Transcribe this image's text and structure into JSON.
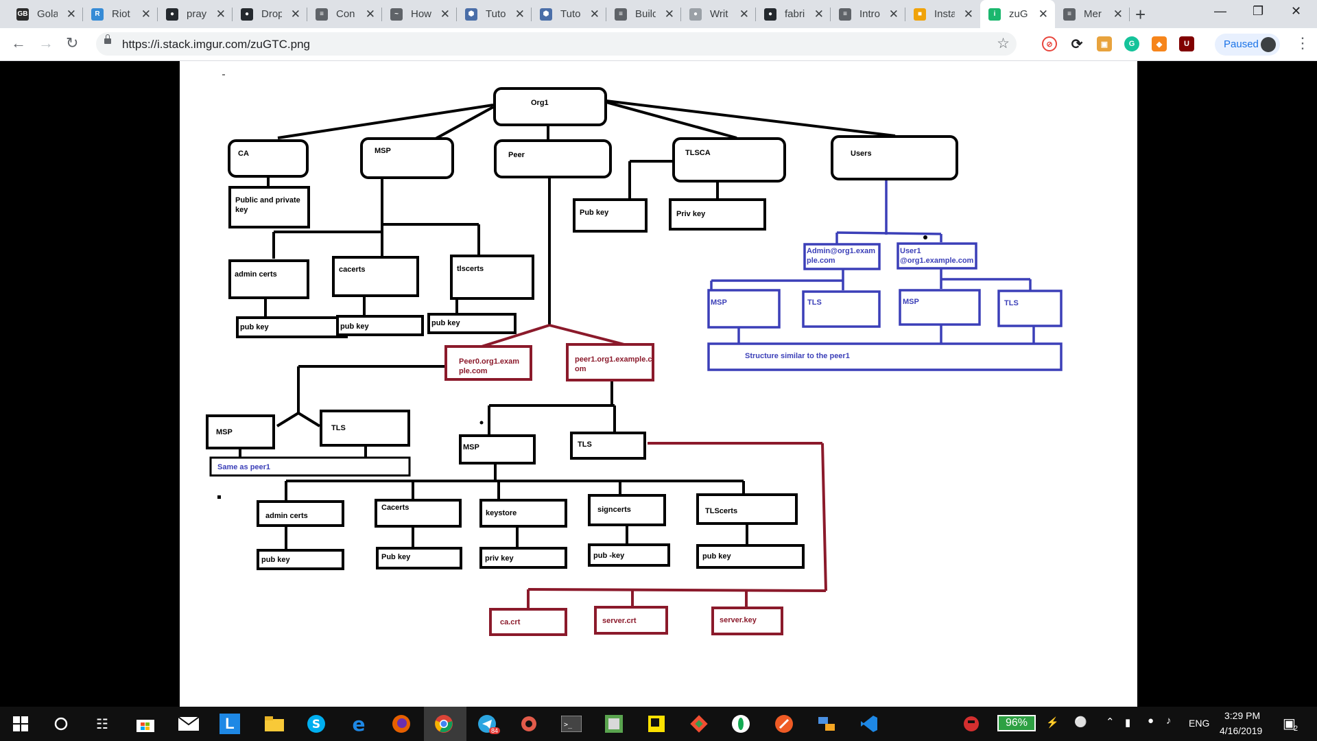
{
  "browser": {
    "tabs": [
      {
        "title": "Gola",
        "icon": "gb-icon",
        "color": "#2b2b2b"
      },
      {
        "title": "Riot",
        "icon": "riot-icon",
        "color": "#368bd6"
      },
      {
        "title": "pray",
        "icon": "github-icon",
        "color": "#24292e"
      },
      {
        "title": "Drop",
        "icon": "github-icon",
        "color": "#24292e"
      },
      {
        "title": "Con",
        "icon": "docs-icon",
        "color": "#5f6368"
      },
      {
        "title": "How",
        "icon": "wave-icon",
        "color": "#5f6368"
      },
      {
        "title": "Tuto",
        "icon": "hexagon-icon",
        "color": "#4a6ea8"
      },
      {
        "title": "Tuto",
        "icon": "hexagon-icon",
        "color": "#4a6ea8"
      },
      {
        "title": "Build",
        "icon": "docs-icon",
        "color": "#5f6368"
      },
      {
        "title": "Writ",
        "icon": "circle-icon",
        "color": "#9aa0a6"
      },
      {
        "title": "fabri",
        "icon": "github-icon",
        "color": "#24292e"
      },
      {
        "title": "Intro",
        "icon": "docs-icon",
        "color": "#5f6368"
      },
      {
        "title": "Insta",
        "icon": "box-icon",
        "color": "#f0a30a"
      },
      {
        "title": "zuG",
        "icon": "imgur-icon",
        "color": "#1bb76e"
      },
      {
        "title": "Mer",
        "icon": "docs-icon",
        "color": "#5f6368"
      }
    ],
    "active_tab_index": 13,
    "url": "https://i.stack.imgur.com/zuGTC.png",
    "profile_label": "Paused"
  },
  "diagram": {
    "root": "Org1",
    "level1": {
      "ca": "CA",
      "msp": "MSP",
      "peer": "Peer",
      "tlsca": "TLSCA",
      "users": "Users"
    },
    "ca_child": "Public and private key",
    "msp_children": {
      "admin": "admin certs",
      "cacerts": "cacerts",
      "tlscerts": "tlscerts"
    },
    "msp_pubkeys": [
      "pub key",
      "pub key",
      "pub key"
    ],
    "tlsca_children": {
      "pub": "Pub key",
      "priv": "Priv key"
    },
    "users_children": {
      "admin": "Admin@org1.exam ple.com",
      "user1": "User1 @org1.example.com",
      "admin_msp": "MSP",
      "admin_tls": "TLS",
      "user_msp": "MSP",
      "user_tls": "TLS",
      "note": "Structure similar to the peer1"
    },
    "peers": {
      "peer0": "Peer0.org1.exam ple.com",
      "peer1": "peer1.org1.example.c om"
    },
    "peer0_children": {
      "msp": "MSP",
      "tls": "TLS",
      "note": "Same as peer1"
    },
    "peer1_children": {
      "msp": "MSP",
      "tls": "TLS"
    },
    "peer1_msp_children": [
      {
        "label": "admin certs",
        "key": "pub key"
      },
      {
        "label": "Cacerts",
        "key": "Pub key"
      },
      {
        "label": "keystore",
        "key": "priv key"
      },
      {
        "label": "signcerts",
        "key": "pub -key"
      },
      {
        "label": "TLScerts",
        "key": "pub key"
      }
    ],
    "tls_files": [
      "ca.crt",
      "server.crt",
      "server.key"
    ],
    "colors": {
      "black": "#000000",
      "red": "#8b1a2b",
      "blue": "#3b3fb8"
    }
  },
  "taskbar": {
    "battery": "96%",
    "language": "ENG",
    "time": "3:29 PM",
    "date": "4/16/2019",
    "notifications": "2",
    "telegram_badge": "84"
  }
}
